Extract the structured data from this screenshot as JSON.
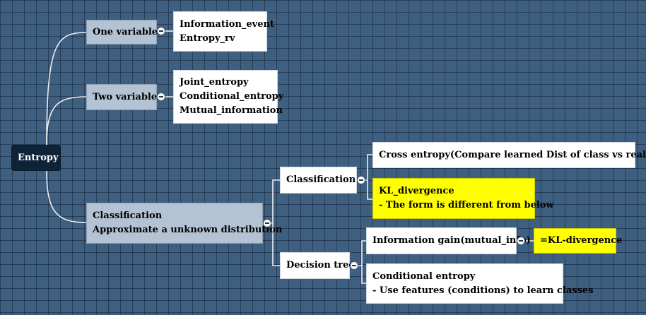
{
  "root": {
    "label": "Entropy"
  },
  "branches": {
    "one_variable": {
      "label": "One variable",
      "children": [
        "Information_event",
        "Entropy_rv"
      ]
    },
    "two_variable": {
      "label": "Two variable",
      "children": [
        "Joint_entropy",
        "Conditional_entropy",
        "Mutual_information"
      ]
    },
    "classification_main": {
      "lines": [
        "Classification",
        "Approximate a unknown distribution"
      ],
      "classification": {
        "label": "Classification",
        "cross_entropy": "Cross entropy(Compare learned Dist of class vs real dist)",
        "kl_divergence": [
          "KL_divergence",
          "- The form is different from below"
        ]
      },
      "decision_tree": {
        "label": "Decision tree",
        "information_gain": "Information gain(mutual_info)",
        "kl_equal": "=KL-divergence",
        "conditional_entropy": [
          "Conditional entropy",
          "- Use features (conditions) to learn classes"
        ]
      }
    }
  },
  "colors": {
    "background": "#3f5f80",
    "root": "#0e2238",
    "branch": "#b4c3d3",
    "leaf": "#ffffff",
    "highlight": "#ffff00",
    "connector": "#e8eef5"
  }
}
